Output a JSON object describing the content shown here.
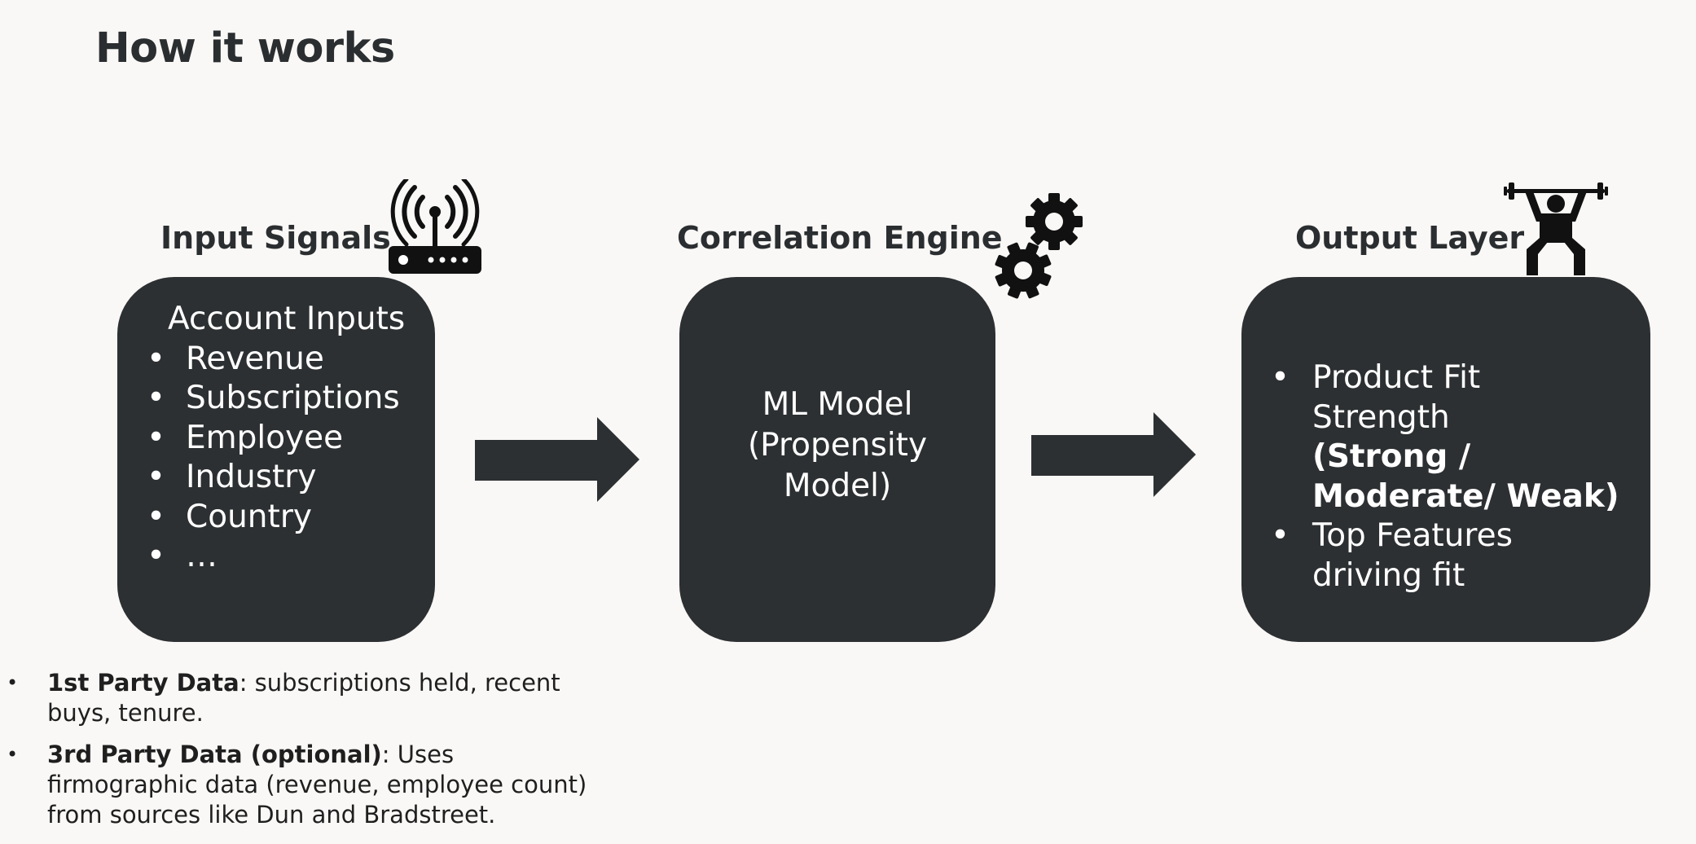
{
  "page": {
    "title": "How it works"
  },
  "stages": {
    "input": {
      "title": "Input Signals",
      "icon": "router-icon",
      "heading": "Account Inputs",
      "items": [
        "Revenue",
        "Subscriptions",
        "Employee",
        "Industry",
        "Country",
        "…"
      ]
    },
    "engine": {
      "title": "Correlation Engine",
      "icon": "gears-icon",
      "line1": "ML Model",
      "line2": "(Propensity",
      "line3": "Model)"
    },
    "output": {
      "title": "Output Layer",
      "icon": "weightlifter-icon",
      "item1": "Product Fit Strength",
      "item1_strong_line1": "(Strong /",
      "item1_strong_line2": "Moderate/ Weak)",
      "item2": "Top Features driving fit"
    }
  },
  "notes": [
    {
      "lead": "1st Party Data",
      "text": ": subscriptions held, recent buys, tenure."
    },
    {
      "lead": "3rd Party Data (optional)",
      "text": ": Uses firmographic data (revenue, employee count) from sources like Dun and Bradstreet."
    }
  ],
  "colors": {
    "box": "#2d3032",
    "text": "#2b2e30",
    "background": "#f9f8f6",
    "box_text": "#ffffff"
  }
}
